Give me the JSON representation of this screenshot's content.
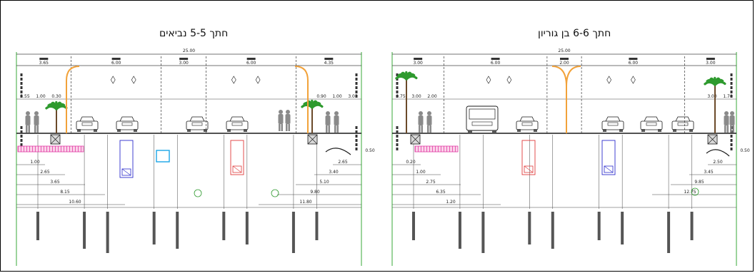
{
  "drawing": {
    "palette": {
      "ink": "#1a1a1a",
      "grid": "#444444",
      "green_line": "#3aa83a",
      "tree": "#2e9a2e",
      "pole": "#f2a23a",
      "pipe_blue": "#2c2ccc",
      "pipe_red": "#e03a3a",
      "pipe_cyan": "#1aa6e6",
      "band_magenta": "#e23aa4",
      "person": "#8a8a8a"
    },
    "sections": [
      {
        "id": "section-5-5",
        "title": "חתך 5-5 נביאים",
        "total_width": "25.00",
        "lane_widths": [
          "3.65",
          "6.00",
          "3.00",
          "6.00",
          "4.35"
        ],
        "detail_dims": [
          "3.55",
          "1.00",
          "0.30",
          "0.90",
          "1.00",
          "3.05"
        ],
        "offset_dims": [
          "1.00",
          "2.65",
          "3.65",
          "8.15",
          "10.60",
          "2.65",
          "3.40",
          "5.10",
          "9.80",
          "11.80"
        ],
        "right_extra_dim": "0.50"
      },
      {
        "id": "section-6-6",
        "title": "חתך 6-6 בן גוריון",
        "total_width": "25.00",
        "lane_widths": [
          "3.00",
          "6.00",
          "2.00",
          "6.00",
          "3.00"
        ],
        "detail_dims": [
          "0.75",
          "3.00",
          "2.00",
          "3.00",
          "1.70"
        ],
        "offset_dims": [
          "0.20",
          "1.00",
          "2.75",
          "6.35",
          "1.20",
          "2.50",
          "3.45",
          "9.85",
          "12.75"
        ],
        "right_extra_dim": "0.50"
      }
    ]
  }
}
